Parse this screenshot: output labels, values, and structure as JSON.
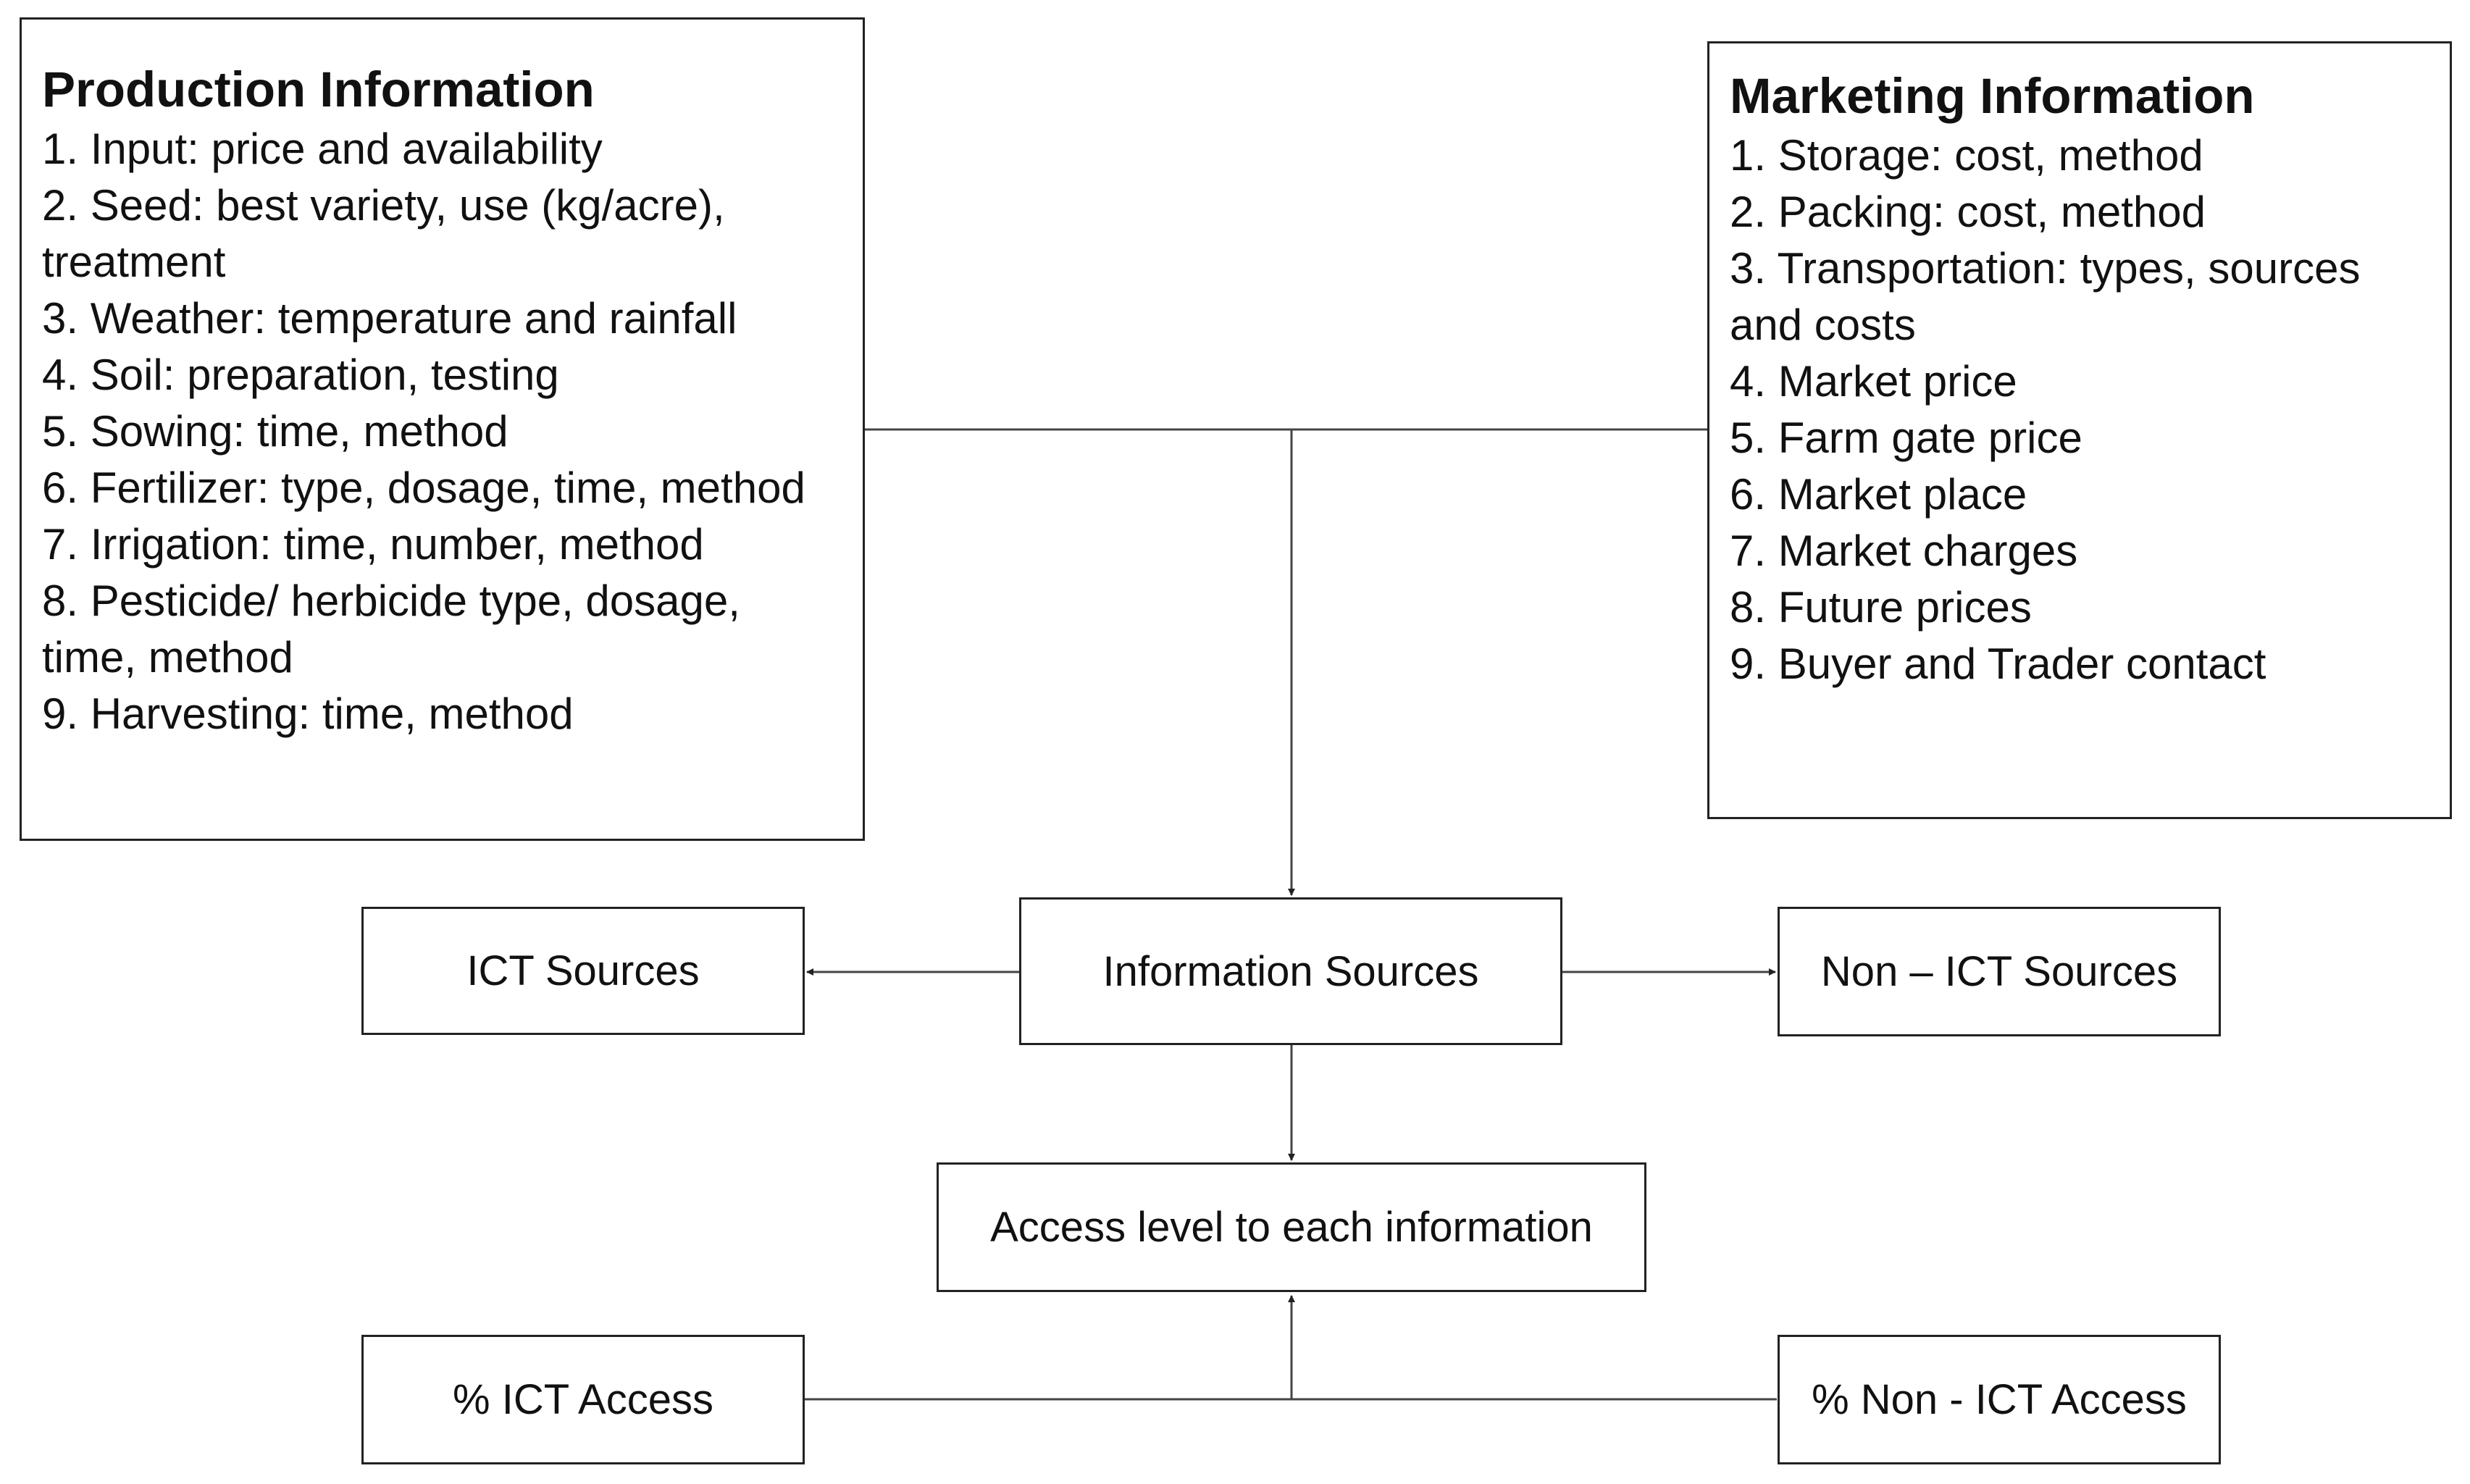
{
  "production": {
    "title": "Production Information",
    "items": [
      "1. Input: price and availability",
      "2. Seed: best variety, use (kg/acre), treatment",
      "3. Weather: temperature and rainfall",
      "4. Soil: preparation, testing",
      "5. Sowing: time, method",
      "6. Fertilizer: type, dosage, time, method",
      "7. Irrigation: time, number, method",
      "8. Pesticide/ herbicide type, dosage, time, method",
      "9. Harvesting: time, method"
    ]
  },
  "marketing": {
    "title": "Marketing Information",
    "items": [
      "1. Storage: cost, method",
      "2. Packing: cost, method",
      "3. Transportation: types, sources and costs",
      "4. Market price",
      "5. Farm gate price",
      "6. Market place",
      "7. Market charges",
      "8. Future prices",
      "9. Buyer and Trader contact"
    ]
  },
  "nodes": {
    "information_sources": "Information Sources",
    "ict_sources": "ICT Sources",
    "non_ict_sources": "Non – ICT Sources",
    "access_level": "Access level to each information",
    "ict_access": "% ICT Access",
    "non_ict_access": "% Non - ICT Access"
  }
}
